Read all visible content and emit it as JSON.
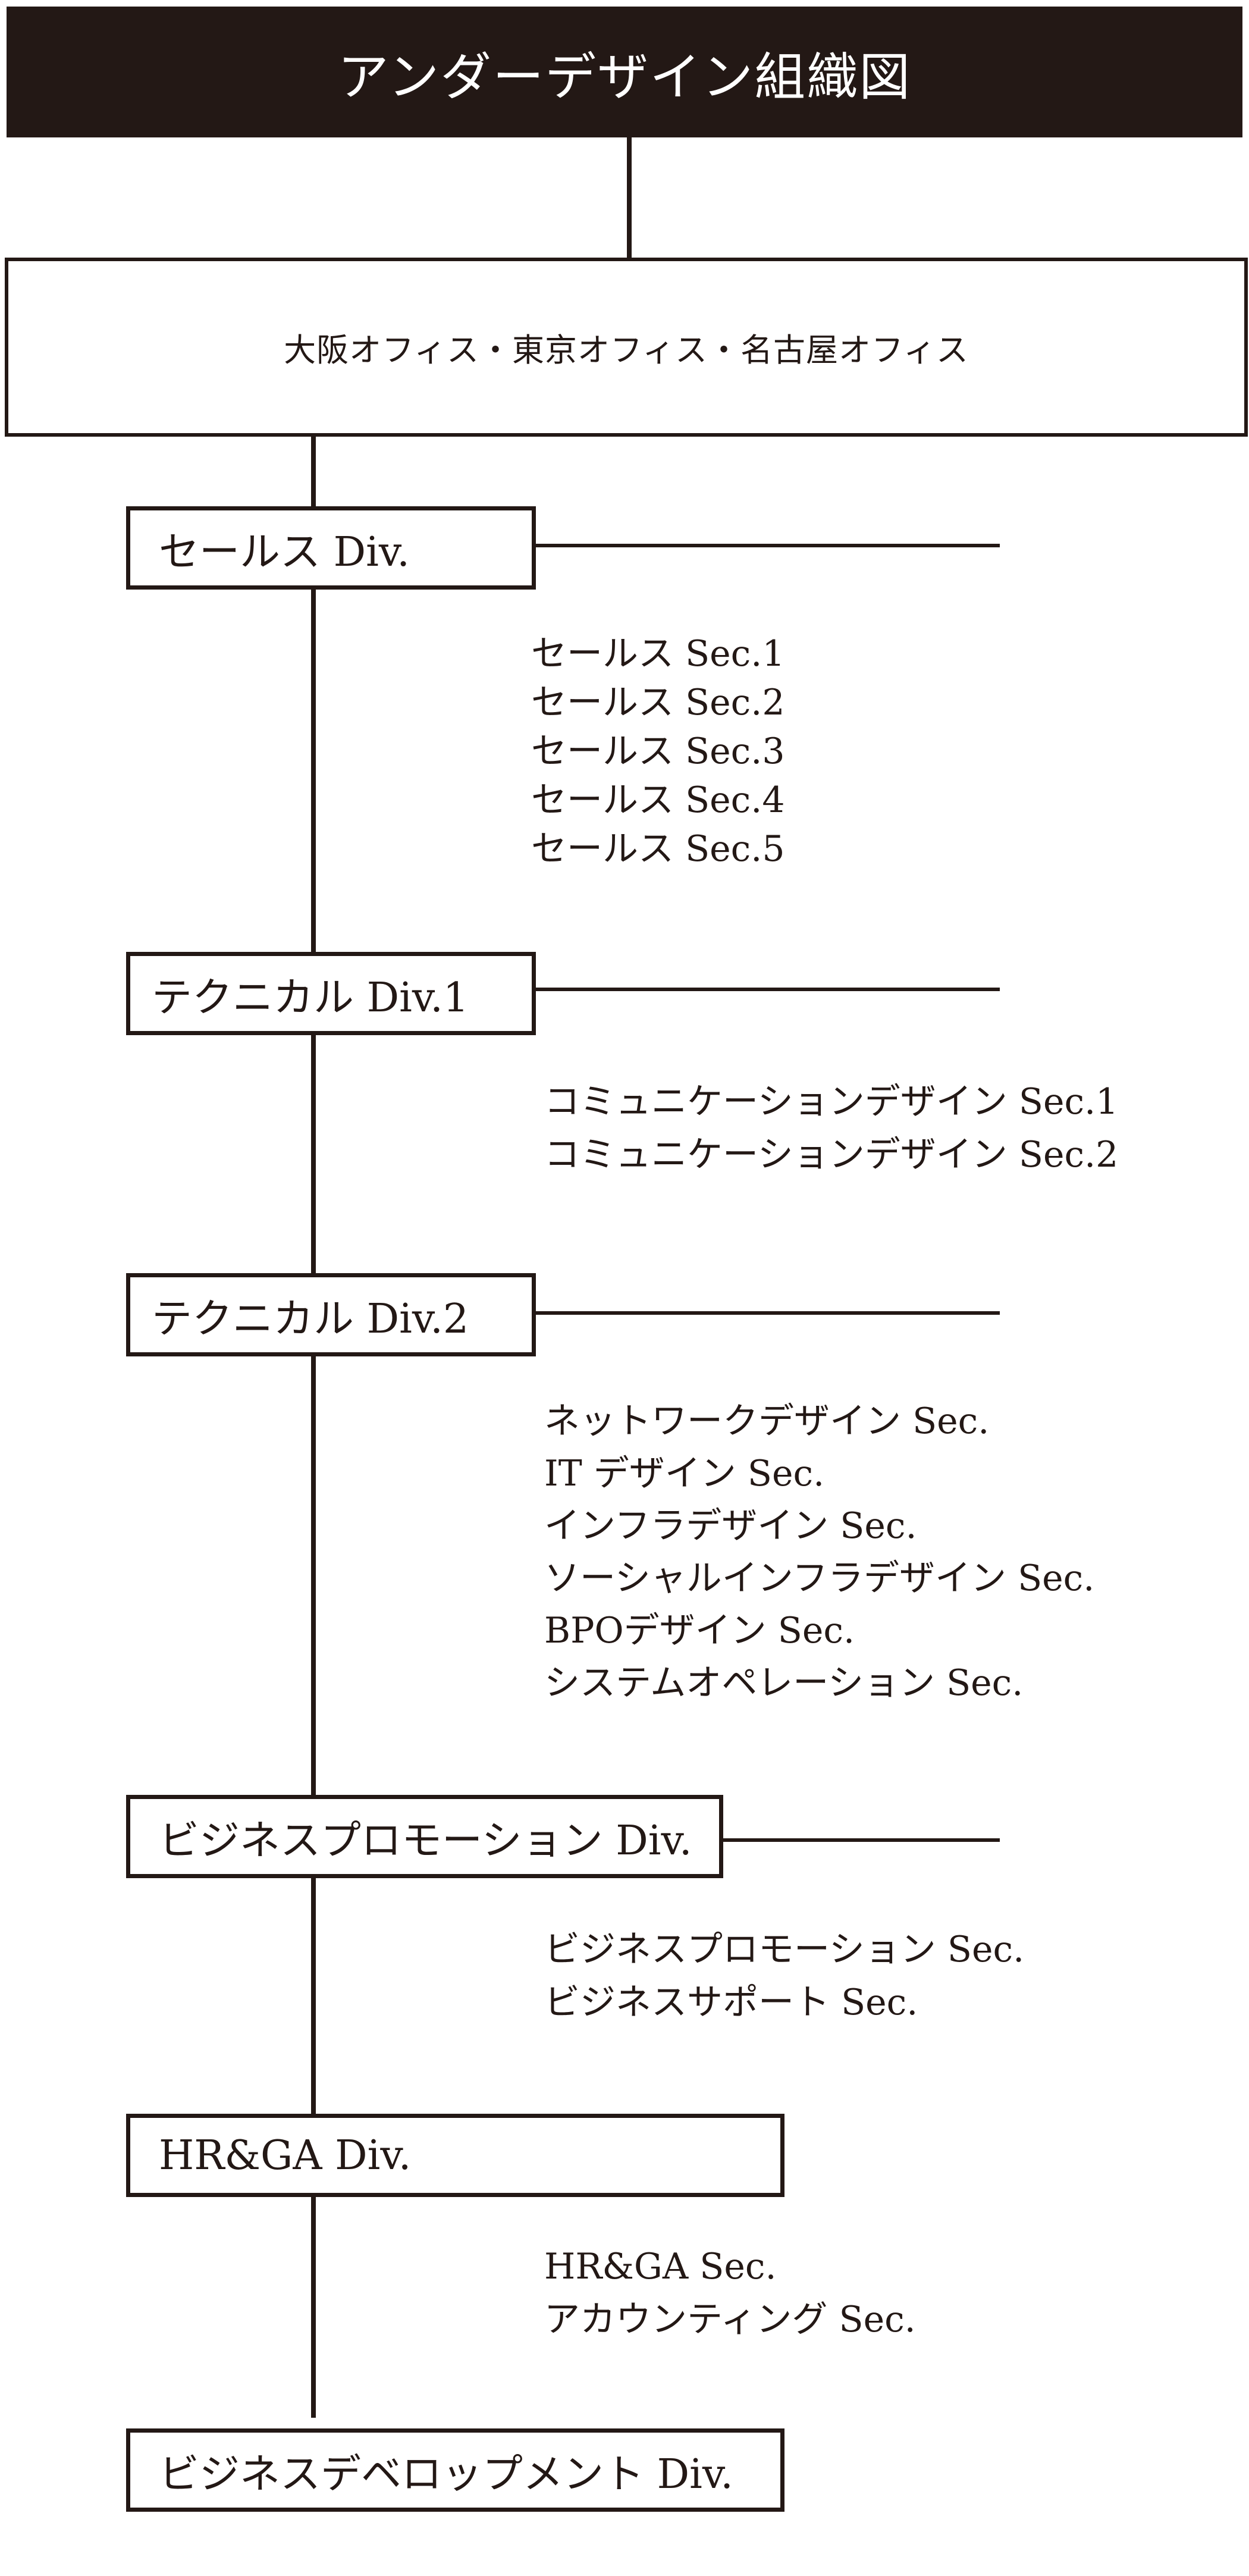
{
  "title": "アンダーデザイン組織図",
  "offices": "大阪オフィス・東京オフィス・名古屋オフィス",
  "divisions": [
    {
      "label": "セールス Div.",
      "sections": [
        "セールス Sec.1",
        "セールス Sec.2",
        "セールス Sec.3",
        "セールス Sec.4",
        "セールス Sec.5"
      ]
    },
    {
      "label": "テクニカル Div.1",
      "sections": [
        "コミュニケーションデザイン Sec.1",
        "コミュニケーションデザイン Sec.2"
      ]
    },
    {
      "label": "テクニカル Div.2",
      "sections": [
        "ネットワークデザイン Sec.",
        "IT デザイン Sec.",
        "インフラデザイン Sec.",
        "ソーシャルインフラデザイン Sec.",
        "BPOデザイン Sec.",
        "システムオペレーション Sec."
      ]
    },
    {
      "label": "ビジネスプロモーション Div.",
      "sections": [
        "ビジネスプロモーション Sec.",
        "ビジネスサポート Sec."
      ]
    },
    {
      "label": "HR&GA Div.",
      "sections": [
        "HR&GA Sec.",
        "アカウンティング Sec."
      ]
    },
    {
      "label": "ビジネスデベロップメント Div.",
      "sections": []
    }
  ],
  "colors": {
    "line": "#231815",
    "header_bg": "#231815",
    "header_text": "#ffffff"
  }
}
